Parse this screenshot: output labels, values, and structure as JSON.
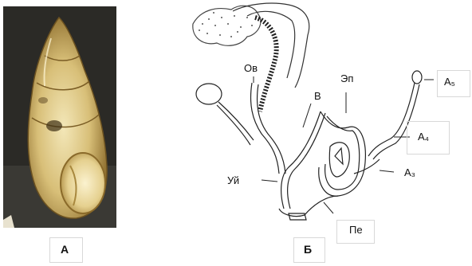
{
  "panels": {
    "a": {
      "label": "А"
    },
    "b": {
      "label": "Б"
    }
  },
  "labels": {
    "ov": "Ов",
    "ep": "Эп",
    "v": "В",
    "a5": "А₅",
    "a4": "А₄",
    "a3": "А₃",
    "uy": "Уй",
    "pe": "Пе"
  },
  "colors": {
    "shell_light": "#e8d9a0",
    "shell_dark": "#b08a3a",
    "background_dark": "#2a2a28",
    "ink": "#222222"
  }
}
